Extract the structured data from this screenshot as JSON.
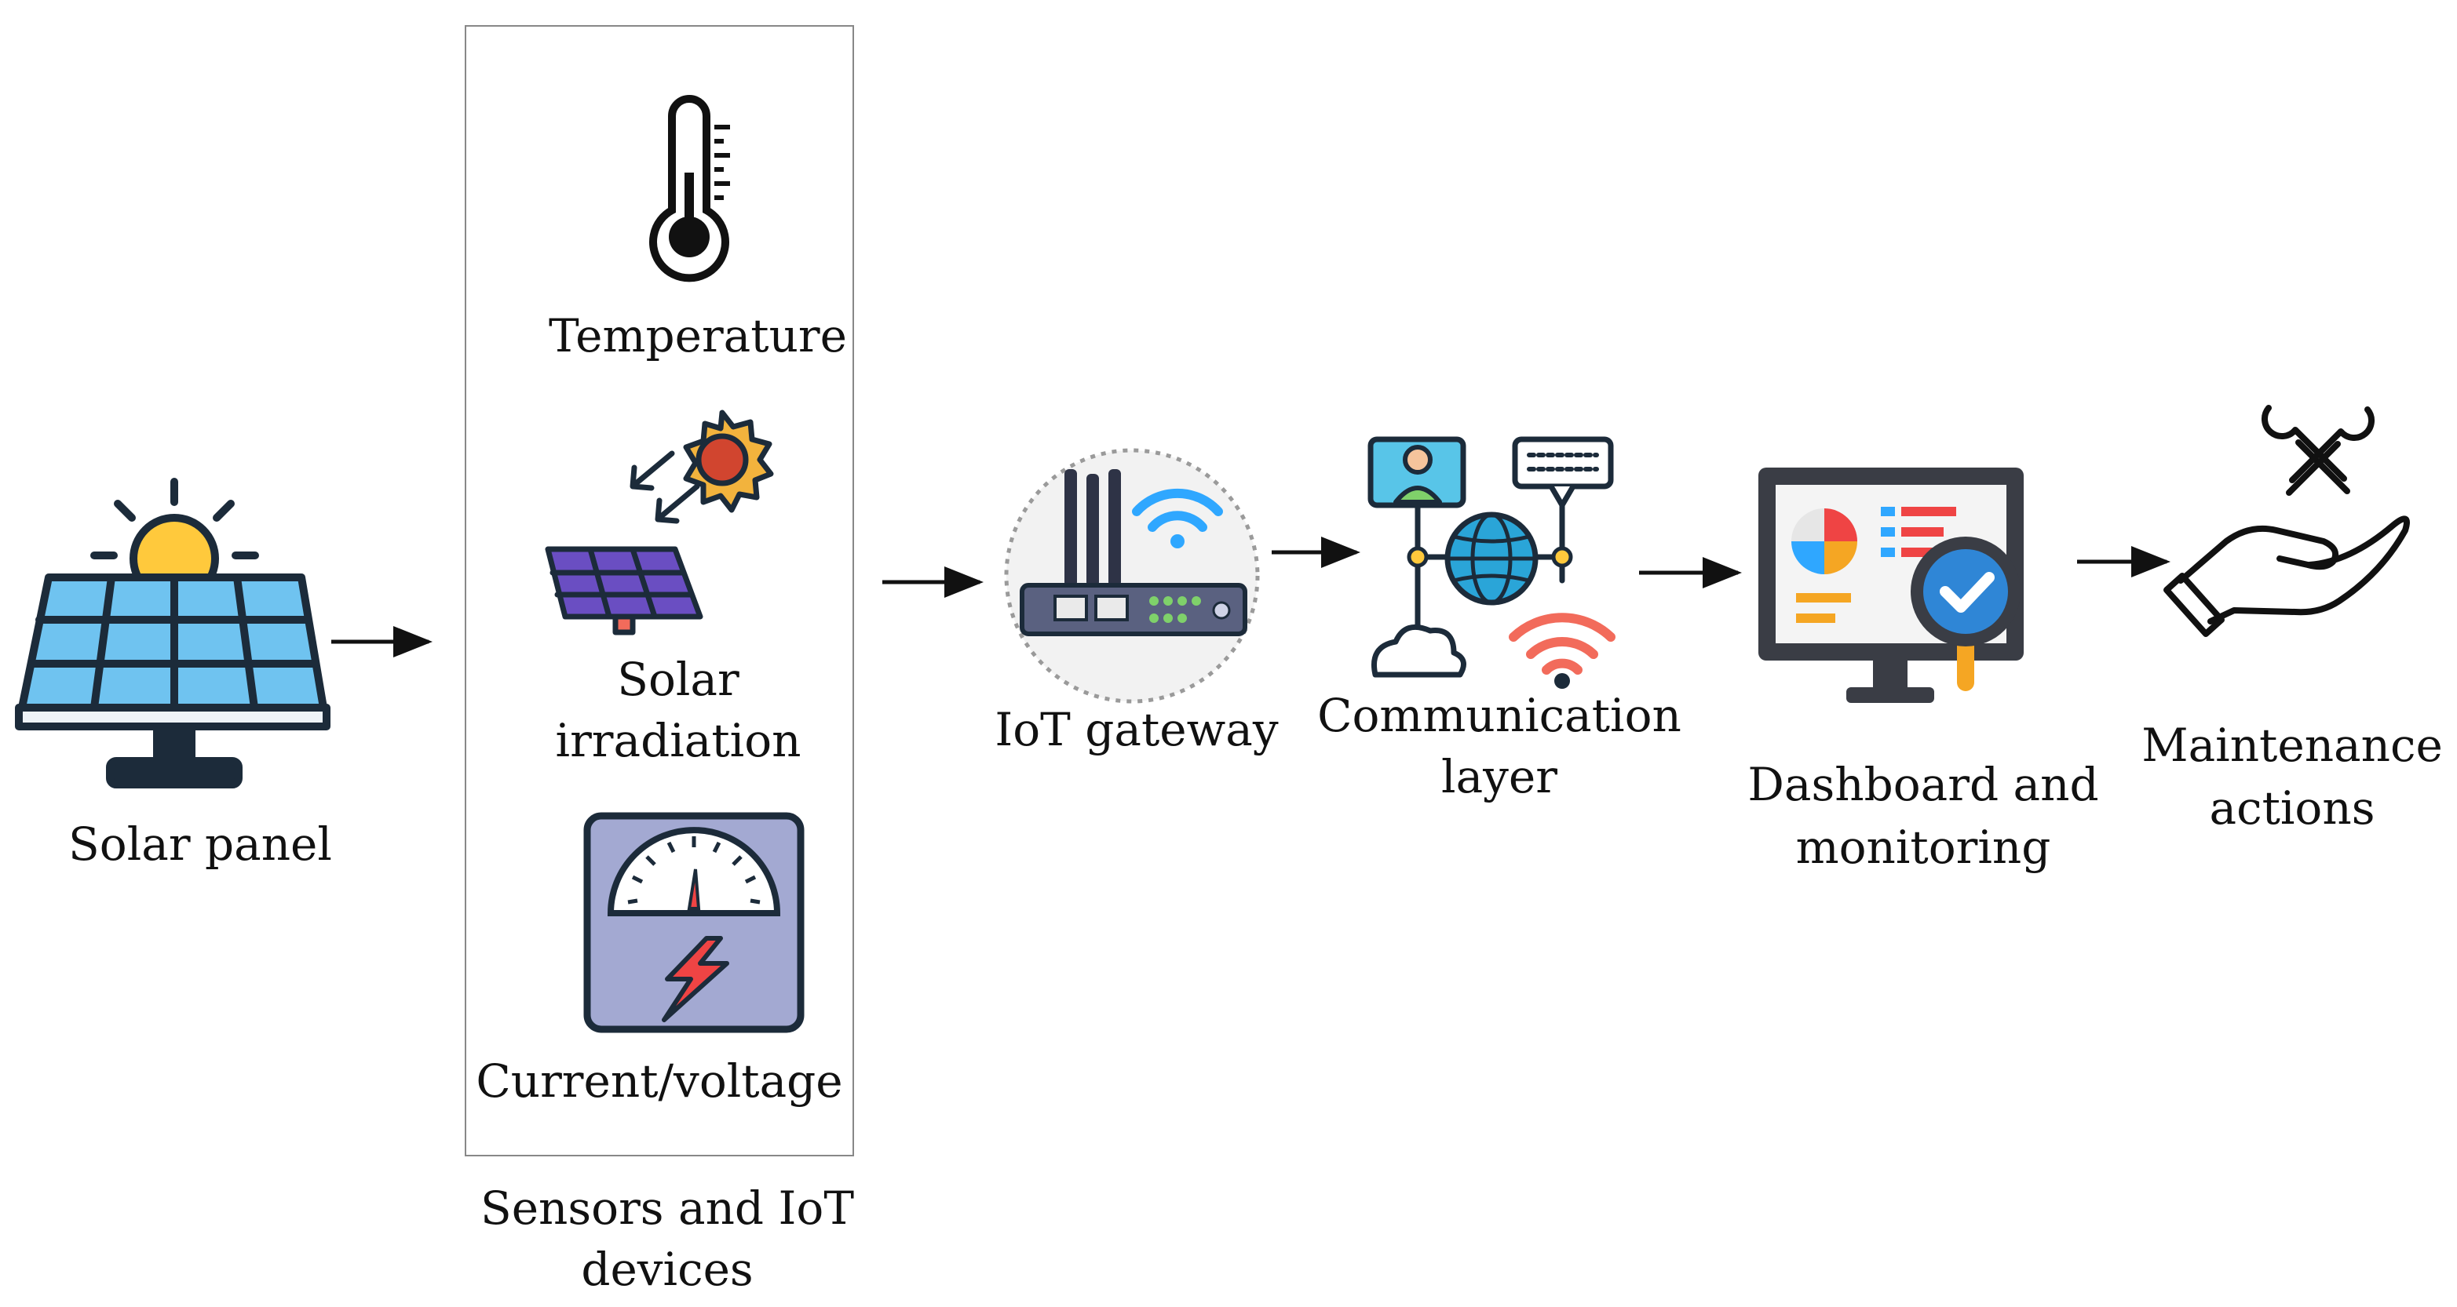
{
  "nodes": {
    "solar_panel": "Solar panel",
    "temperature": "Temperature",
    "solar_irradiation_line1": "Solar",
    "solar_irradiation_line2": "irradiation",
    "current_voltage": "Current/voltage",
    "sensors_group_line1": "Sensors and IoT",
    "sensors_group_line2": "devices",
    "iot_gateway": "IoT gateway",
    "communication_line1": "Communication",
    "communication_line2": "layer",
    "dashboard_line1": "Dashboard and",
    "dashboard_line2": "monitoring",
    "maintenance_line1": "Maintenance",
    "maintenance_line2": "actions"
  },
  "icons": [
    "solar-panel-icon",
    "thermometer-icon",
    "solar-irradiation-icon",
    "current-voltage-meter-icon",
    "iot-gateway-router-icon",
    "communication-network-icon",
    "dashboard-monitor-icon",
    "maintenance-hand-tools-icon"
  ],
  "colors": {
    "panel_blue": "#6fc3f0",
    "sun_yellow": "#ffc93c",
    "outline": "#1c2b3a",
    "irradiation_purple": "#6a4ec2",
    "meter_bg": "#a3a9d2",
    "bolt_red": "#ef4444",
    "wifi_blue": "#2fa7ff",
    "globe_blue": "#2aa5d8",
    "wifi_red": "#f26b5b",
    "check_blue": "#2f86d6"
  }
}
